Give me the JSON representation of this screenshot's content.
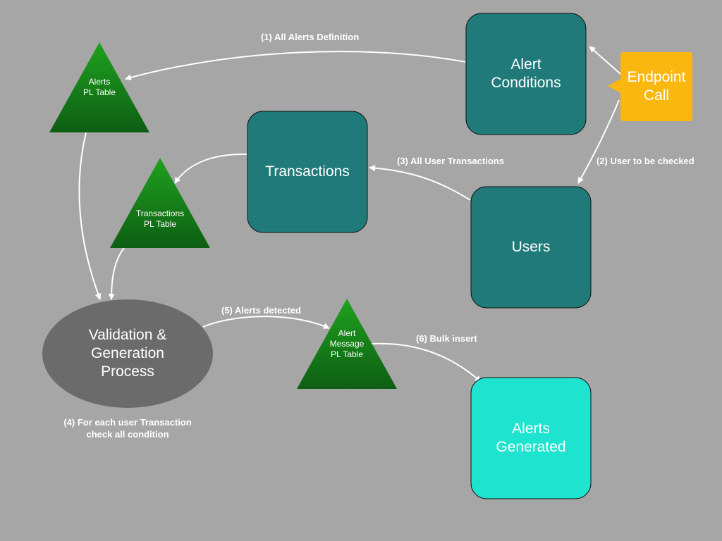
{
  "colors": {
    "background": "#a6a6a6",
    "teal": "#217a7a",
    "cyan": "#1ee3cf",
    "amber": "#f9b70f",
    "green_top": "#1fa11f",
    "green_bottom": "#0d5e13",
    "gray_ellipse": "#6b6b6b",
    "edge": "#ffffff"
  },
  "nodes": {
    "alert_conditions": "Alert\nConditions",
    "endpoint_call": "Endpoint\nCall",
    "transactions": "Transactions",
    "users": "Users",
    "alerts_generated": "Alerts\nGenerated",
    "validation_process": "Validation &\nGeneration\nProcess",
    "alerts_pl_table": "Alerts\nPL Table",
    "transactions_pl_table": "Transactions\nPL Table",
    "alert_message_pl_table": "Alert\nMessage\nPL Table"
  },
  "edges": {
    "step1": "(1) All Alerts Definition",
    "step2": "(2) User to be checked",
    "step3": "(3) All User Transactions",
    "step4": "(4) For each user Transaction\ncheck all condition",
    "step5": "(5) Alerts detected",
    "step6": "(6) Bulk insert"
  }
}
